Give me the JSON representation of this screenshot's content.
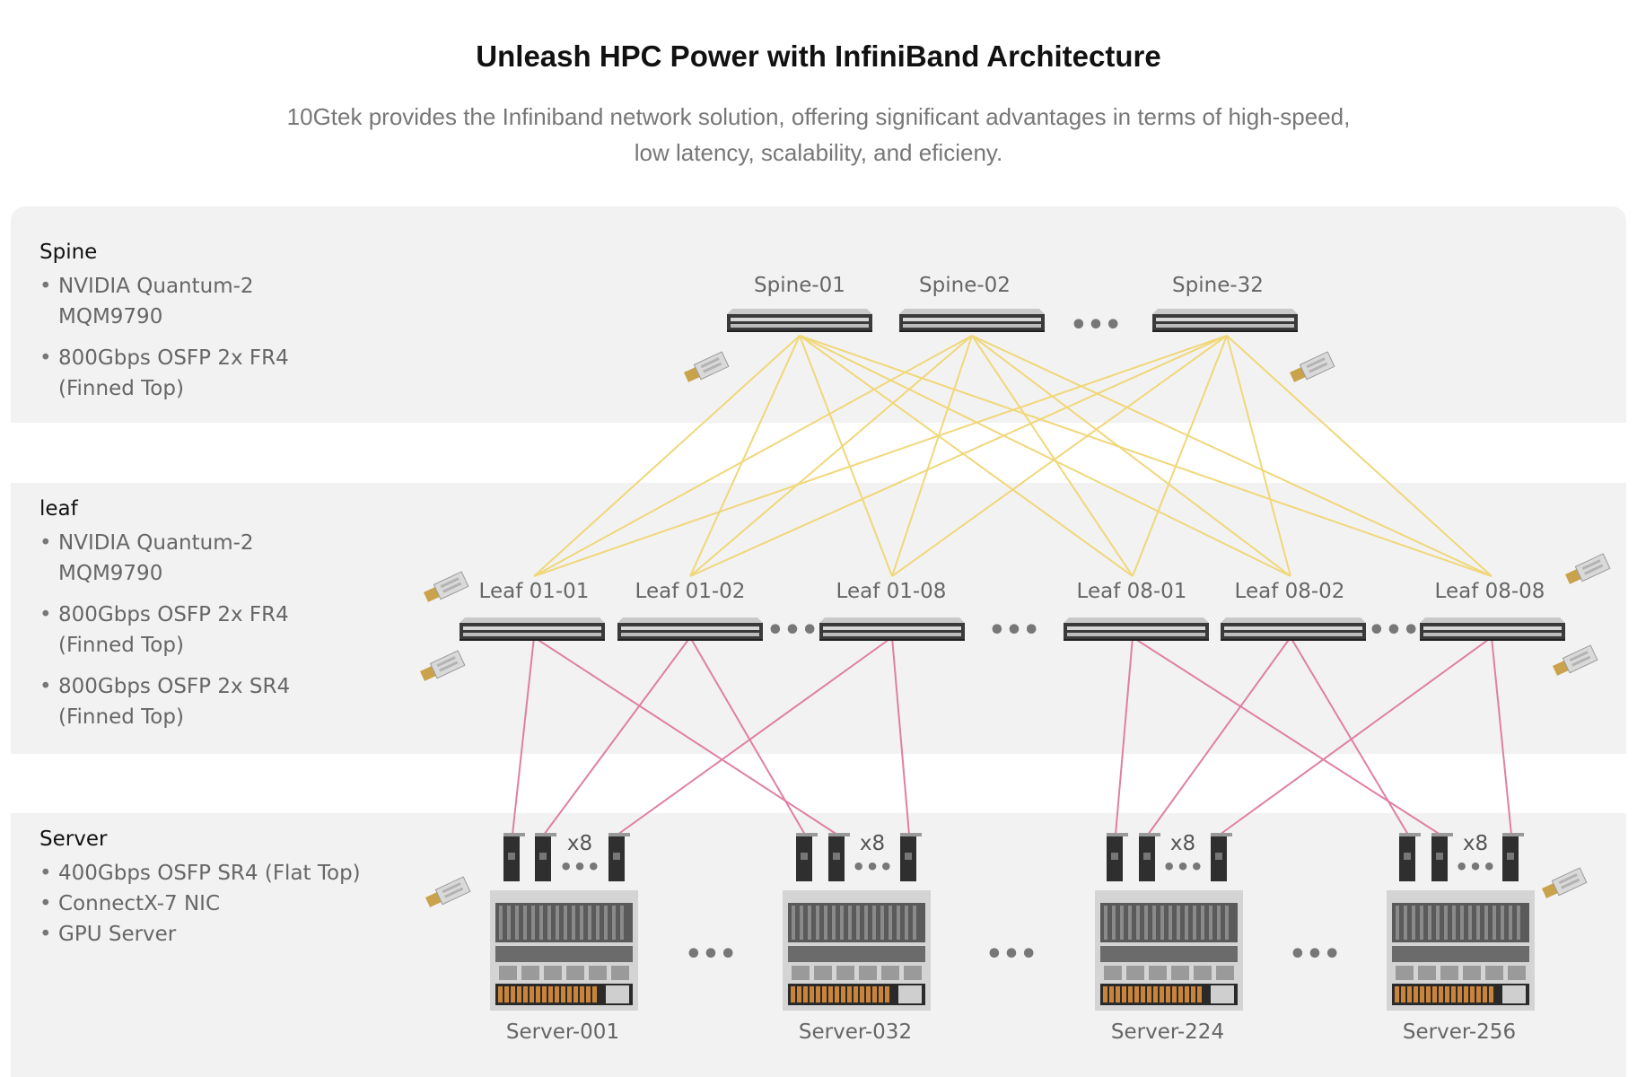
{
  "header": {
    "title": "Unleash HPC Power with InfiniBand Architecture",
    "subtitle_line1": "10Gtek provides the Infiniband network solution, offering significant advantages in terms of high-speed,",
    "subtitle_line2": "low latency, scalability, and eficieny."
  },
  "sections": {
    "spine": {
      "title": "Spine",
      "items": [
        "NVIDIA Quantum-2\nMQM9790",
        "800Gbps OSFP 2x FR4\n(Finned Top)"
      ]
    },
    "leaf": {
      "title": "leaf",
      "items": [
        "NVIDIA Quantum-2\nMQM9790",
        "800Gbps OSFP 2x FR4\n(Finned Top)",
        "800Gbps OSFP 2x SR4\n(Finned Top)"
      ]
    },
    "server": {
      "title": "Server",
      "items": [
        "400Gbps OSFP SR4 (Flat Top)",
        "ConnectX-7 NIC",
        "GPU Server"
      ]
    }
  },
  "diagram": {
    "spine_labels": [
      "Spine-01",
      "Spine-02",
      "Spine-32"
    ],
    "leaf_labels": [
      "Leaf 01-01",
      "Leaf 01-02",
      "Leaf 01-08",
      "Leaf 08-01",
      "Leaf 08-02",
      "Leaf 08-08"
    ],
    "server_labels": [
      "Server-001",
      "Server-032",
      "Server-224",
      "Server-256"
    ],
    "nic_count_label": "x8",
    "ellipsis": "•••",
    "colors": {
      "spine_links": "#f0d77a",
      "leaf_links": "#e07fa3",
      "band": "#f2f2f2"
    }
  }
}
